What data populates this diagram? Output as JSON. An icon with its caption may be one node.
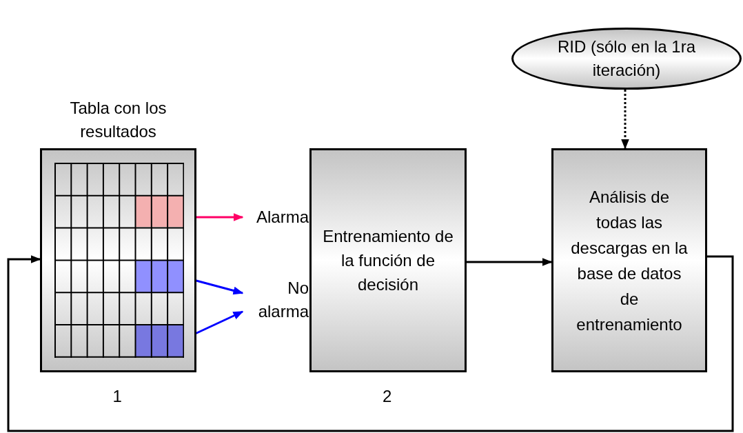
{
  "diagram": {
    "nodes": [
      {
        "text": [
          "Tabla con los resultados"
        ],
        "beside": [
          "1"
        ]
      },
      {
        "text": [],
        "shape": "box",
        "in": 0
      },
      {
        "text": [],
        "shape": "box",
        "in": 0
      },
      {
        "text": [],
        "shape": "box",
        "in": 0
      },
      {
        "text": [
          "Alarma"
        ]
      },
      {
        "text": [
          "No alarma"
        ]
      },
      {
        "text": [
          "Entrenamiento de la función de decisión"
        ],
        "beside": [
          "2"
        ]
      },
      {
        "text": [
          "Análisis de todas las descargas en la base de datos de entrenamiento"
        ]
      },
      {
        "text": [
          "RID (sólo en la 1ra iteración)"
        ]
      }
    ],
    "edges": [
      {
        "from": 1,
        "to": 4,
        "arrow": "to",
        "color": "#ff0066"
      },
      {
        "from": 2,
        "to": 5,
        "arrow": "to",
        "color": "#0000ff"
      },
      {
        "from": 3,
        "to": 5,
        "arrow": "to",
        "color": "#0000ff"
      },
      {
        "from": 6,
        "to": 7,
        "arrow": "to"
      },
      {
        "from": 8,
        "to": 7,
        "arrow": "to",
        "style": "dashed"
      },
      {
        "from": 7,
        "to": 0,
        "arrow": "to"
      }
    ]
  }
}
